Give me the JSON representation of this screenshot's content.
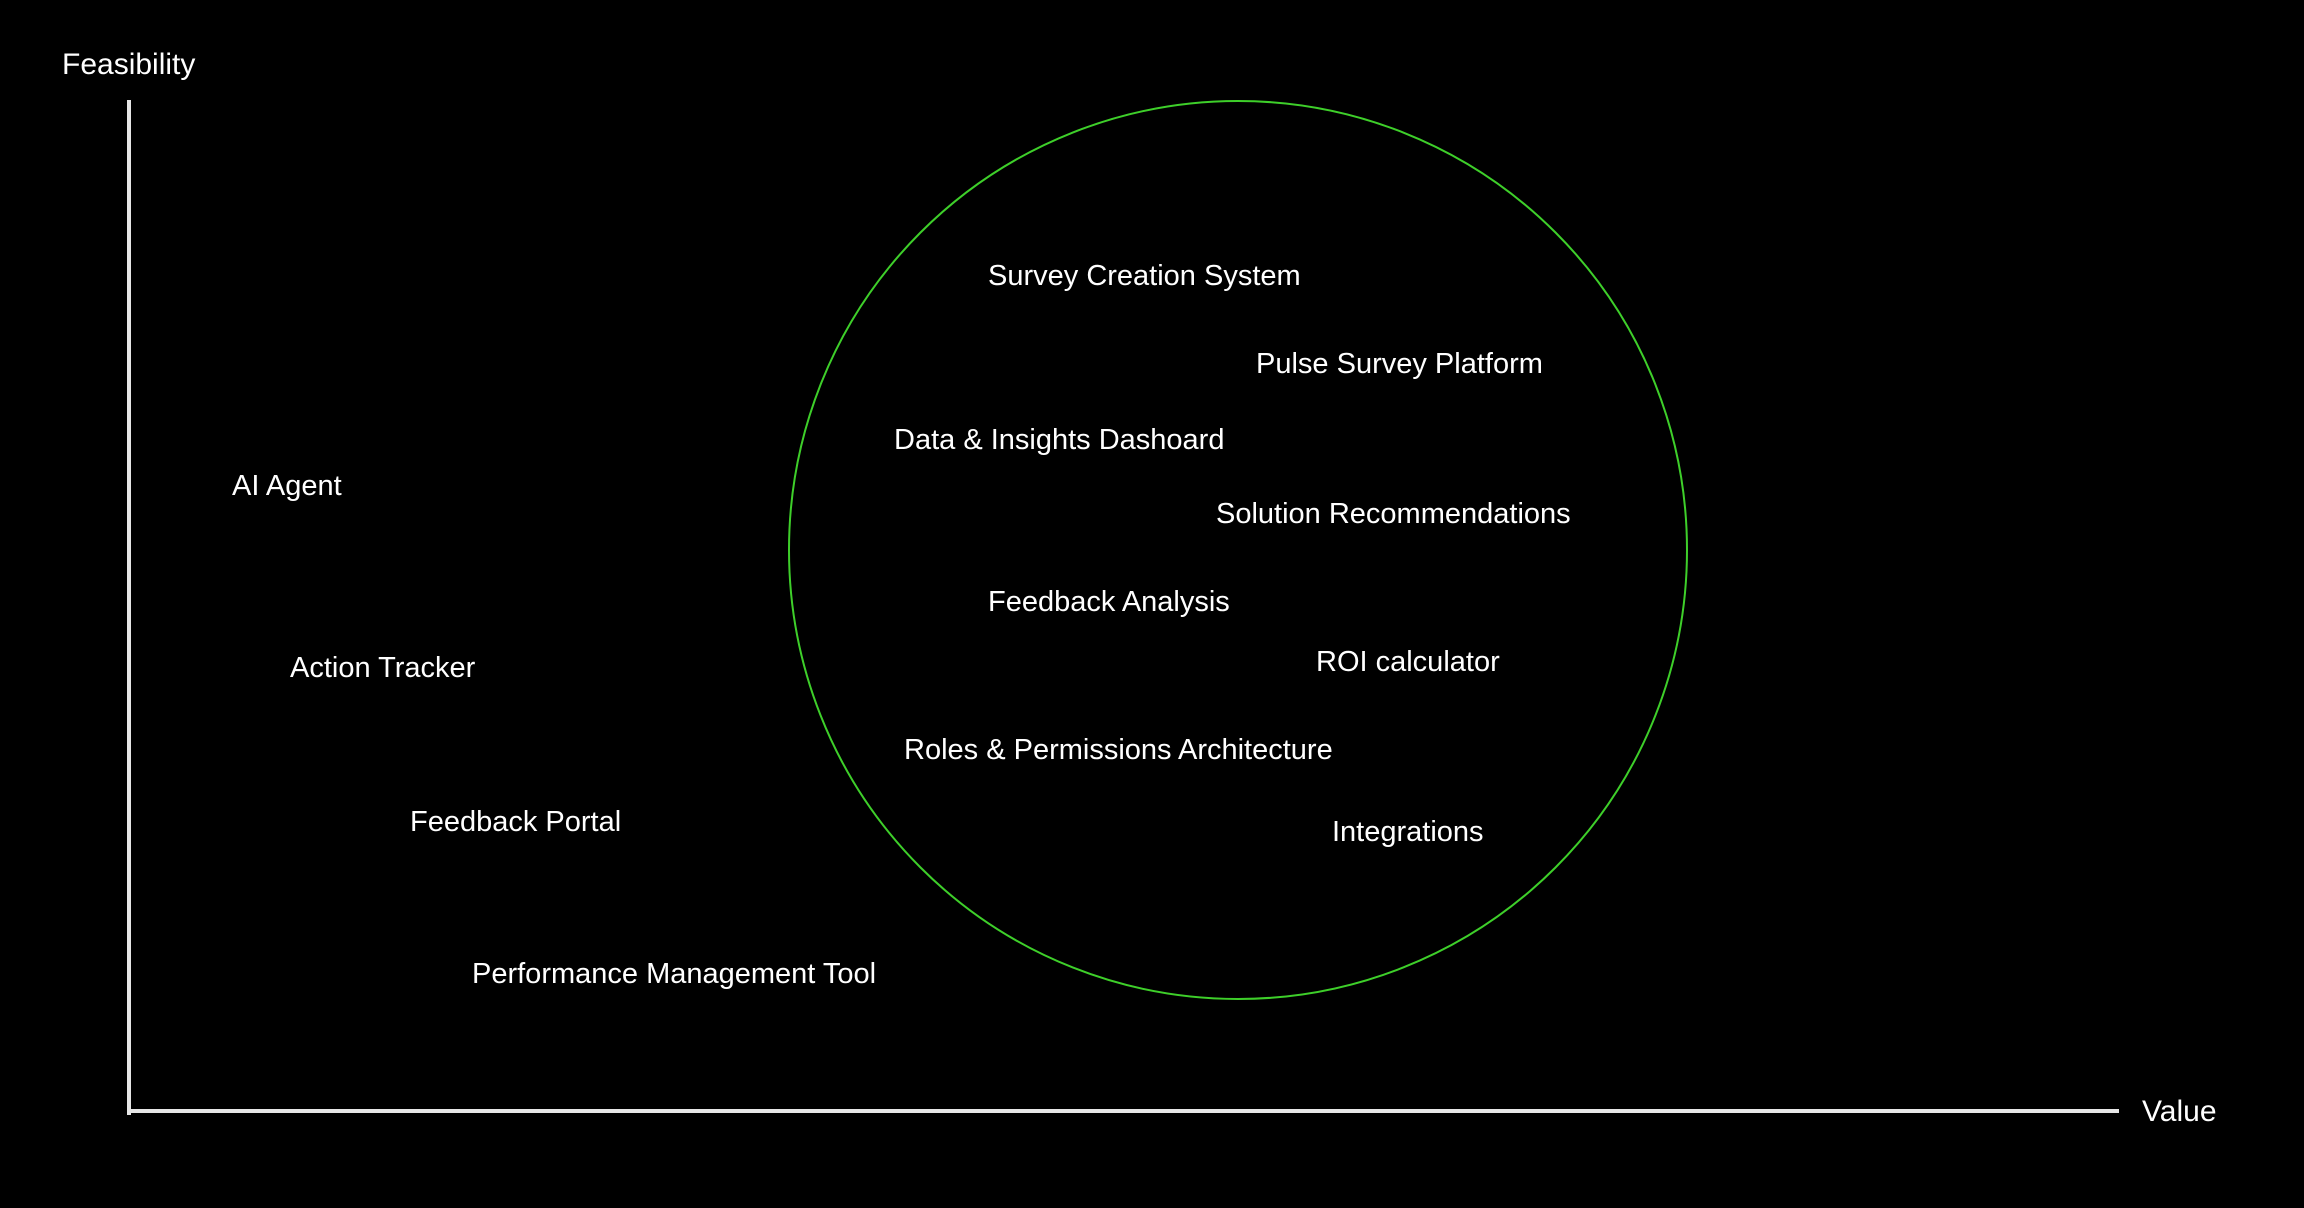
{
  "axes": {
    "y_label": "Feasibility",
    "x_label": "Value"
  },
  "colors": {
    "background": "#000000",
    "text": "#ffffff",
    "axis": "#e6e6e6",
    "highlight_circle": "#3ecf2a"
  },
  "items": {
    "survey_creation_system": "Survey Creation System",
    "pulse_survey_platform": "Pulse Survey Platform",
    "data_insights_dashboard": "Data & Insights Dashoard",
    "solution_recommendations": "Solution Recommendations",
    "feedback_analysis": "Feedback Analysis",
    "roi_calculator": "ROI calculator",
    "roles_permissions": "Roles & Permissions Architecture",
    "integrations": "Integrations",
    "ai_agent": "AI Agent",
    "action_tracker": "Action Tracker",
    "feedback_portal": "Feedback Portal",
    "performance_management_tool": "Performance Management Tool"
  }
}
